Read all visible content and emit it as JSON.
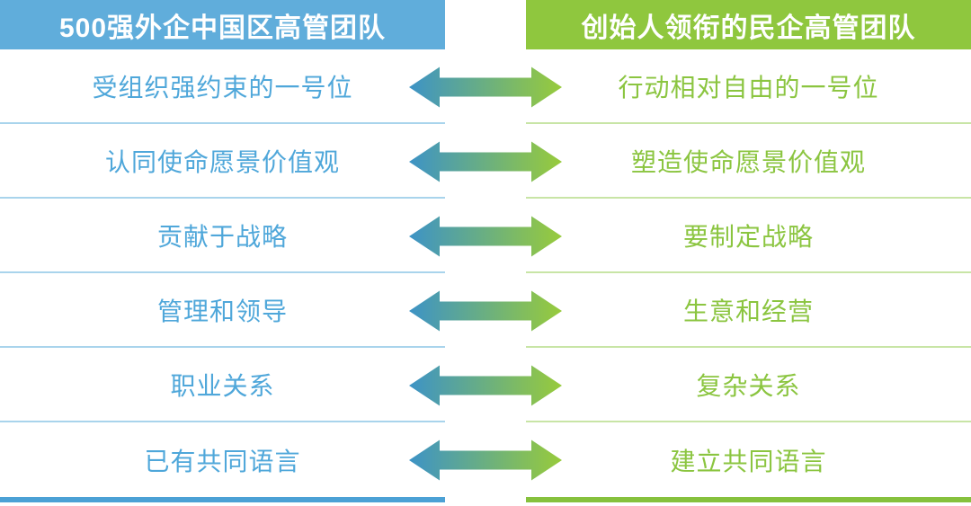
{
  "colors": {
    "left_header_bg": "#60addb",
    "right_header_bg": "#8fc73e",
    "left_text": "#4fa7da",
    "right_text": "#8bc540",
    "left_separator": "#a9d4ec",
    "right_separator": "#c8e5a6",
    "left_bottom_bar": "#4ba1d5",
    "right_bottom_bar": "#86c13d"
  },
  "left_column": {
    "header": "500强外企中国区高管团队",
    "items": [
      "受组织强约束的一号位",
      "认同使命愿景价值观",
      "贡献于战略",
      "管理和领导",
      "职业关系",
      "已有共同语言"
    ]
  },
  "right_column": {
    "header": "创始人领衔的民企高管团队",
    "items": [
      "行动相对自由的一号位",
      "塑造使命愿景价值观",
      "要制定战略",
      "生意和经营",
      "复杂关系",
      "建立共同语言"
    ]
  },
  "arrow": {
    "gradient_start": "#3d93c6",
    "gradient_end": "#98cb3b"
  }
}
